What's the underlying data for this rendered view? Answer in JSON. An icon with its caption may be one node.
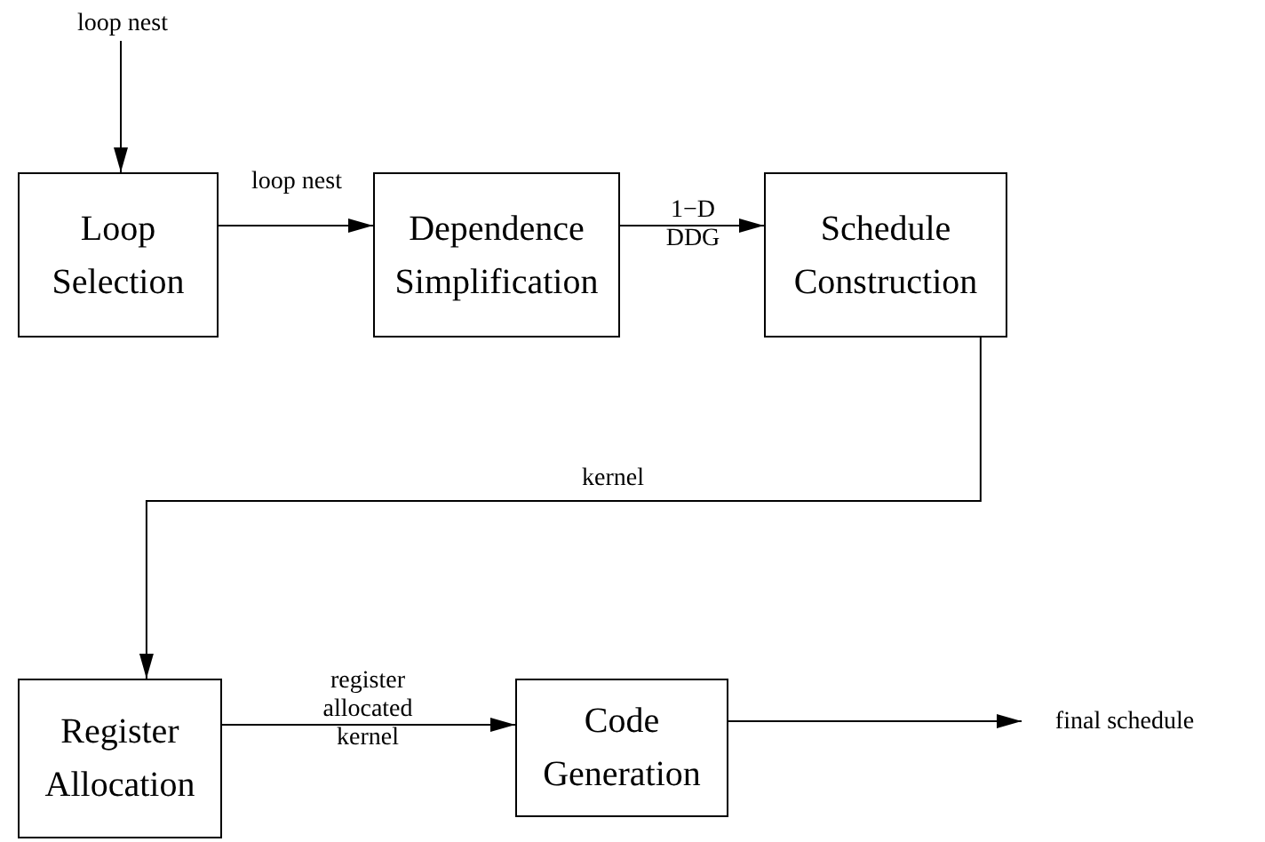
{
  "diagram": {
    "nodes": [
      {
        "text": [
          "loop nest"
        ]
      },
      {
        "text": [
          "Loop Selection"
        ]
      },
      {
        "text": [
          "Dependence Simplification"
        ]
      },
      {
        "text": [
          "Schedule Construction"
        ]
      },
      {
        "text": [
          "Register Allocation"
        ]
      },
      {
        "text": [
          "Code Generation"
        ]
      },
      {
        "text": [
          "final schedule"
        ]
      }
    ],
    "edges": [
      {
        "from": 0,
        "to": 1,
        "arrow": "to"
      },
      {
        "from": 1,
        "to": 2,
        "arrow": "to",
        "label": "loop nest"
      },
      {
        "from": 2,
        "to": 3,
        "arrow": "to",
        "label": "1−D DDG"
      },
      {
        "from": 3,
        "to": 4,
        "arrow": "to",
        "label": "kernel"
      },
      {
        "from": 4,
        "to": 5,
        "arrow": "to",
        "label": "register allocated kernel"
      },
      {
        "from": 5,
        "to": 6,
        "arrow": "to"
      }
    ]
  }
}
